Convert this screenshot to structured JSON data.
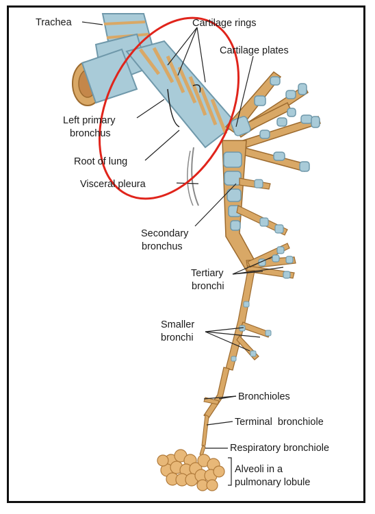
{
  "labels": {
    "trachea": "Trachea",
    "cartilage_rings": "Cartilage rings",
    "cartilage_plates": "Cartilage plates",
    "left_primary_1": "Left primary",
    "left_primary_2": "bronchus",
    "root_of_lung": "Root of lung",
    "visceral_pleura": "Visceral pleura",
    "secondary_1": "Secondary",
    "secondary_2": "bronchus",
    "tertiary_1": "Tertiary",
    "tertiary_2": "bronchi",
    "smaller_1": "Smaller",
    "smaller_2": "bronchi",
    "bronchioles": "Bronchioles",
    "terminal": "Terminal  bronchiole",
    "respiratory": "Respiratory bronchiole",
    "alveoli_1": "Alveoli in a",
    "alveoli_2": "pulmonary lobule"
  },
  "colors": {
    "cartilage": "#a9cbd8",
    "cartilage_dark": "#6f98aa",
    "tissue": "#d9a866",
    "tissue_dark": "#9c6a2e",
    "alveoli": "#e8b878",
    "highlight_ellipse": "#e0241b"
  }
}
